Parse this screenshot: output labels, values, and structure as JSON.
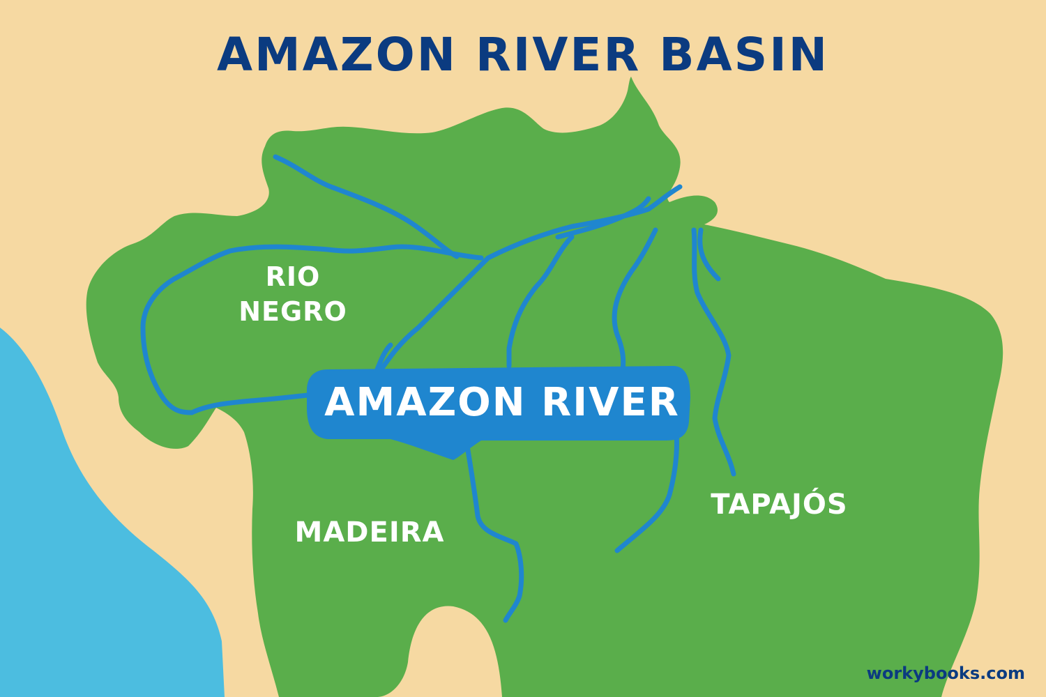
{
  "title": "AMAZON RIVER BASIN",
  "labels": {
    "rio_negro_line1": "RIO",
    "rio_negro_line2": "NEGRO",
    "amazon_river": "AMAZON RIVER",
    "madeira": "MADEIRA",
    "tapajos": "TAPAJÓS"
  },
  "watermark": "workybooks.com",
  "colors": {
    "background": "#f6d9a2",
    "land": "#5aae4b",
    "ocean": "#4cbde0",
    "river": "#1f86cf",
    "title": "#0b3b80",
    "label": "#ffffff"
  }
}
